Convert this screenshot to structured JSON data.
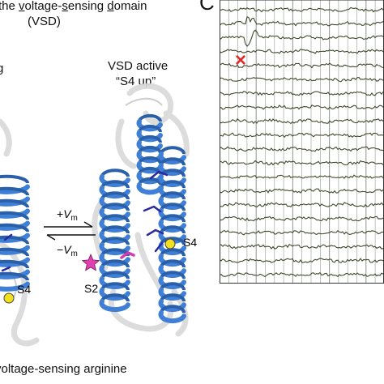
{
  "figure": {
    "title_line1_parts": [
      "the ",
      "v",
      "oltage-",
      "s",
      "ensing ",
      "d",
      "omain"
    ],
    "title_line2": "(VSD)",
    "left_fragment_label": "g",
    "vsd_active_line1": "VSD active",
    "vsd_active_line2": "“S4 up”",
    "arrow_forward_sign": "+",
    "arrow_forward_var": "V",
    "arrow_forward_sub": "m",
    "arrow_back_sign": "−",
    "arrow_back_var": "V",
    "arrow_back_sub": "m",
    "label_s4_left": "S4",
    "label_s4_right": "S4",
    "label_s2": "S2",
    "bottom_caption": "voltage-sensing arginine",
    "panel_letter": "C",
    "colors": {
      "helix": "#3f7fd6",
      "helix_dark": "#2a5faa",
      "arginine": "#2a2aa0",
      "s4_dot": "#f2e01c",
      "s2_star": "#e23fb0",
      "trace": "#3d4a2c",
      "marker_x": "#e02a2a"
    },
    "eeg_marker": "×"
  }
}
